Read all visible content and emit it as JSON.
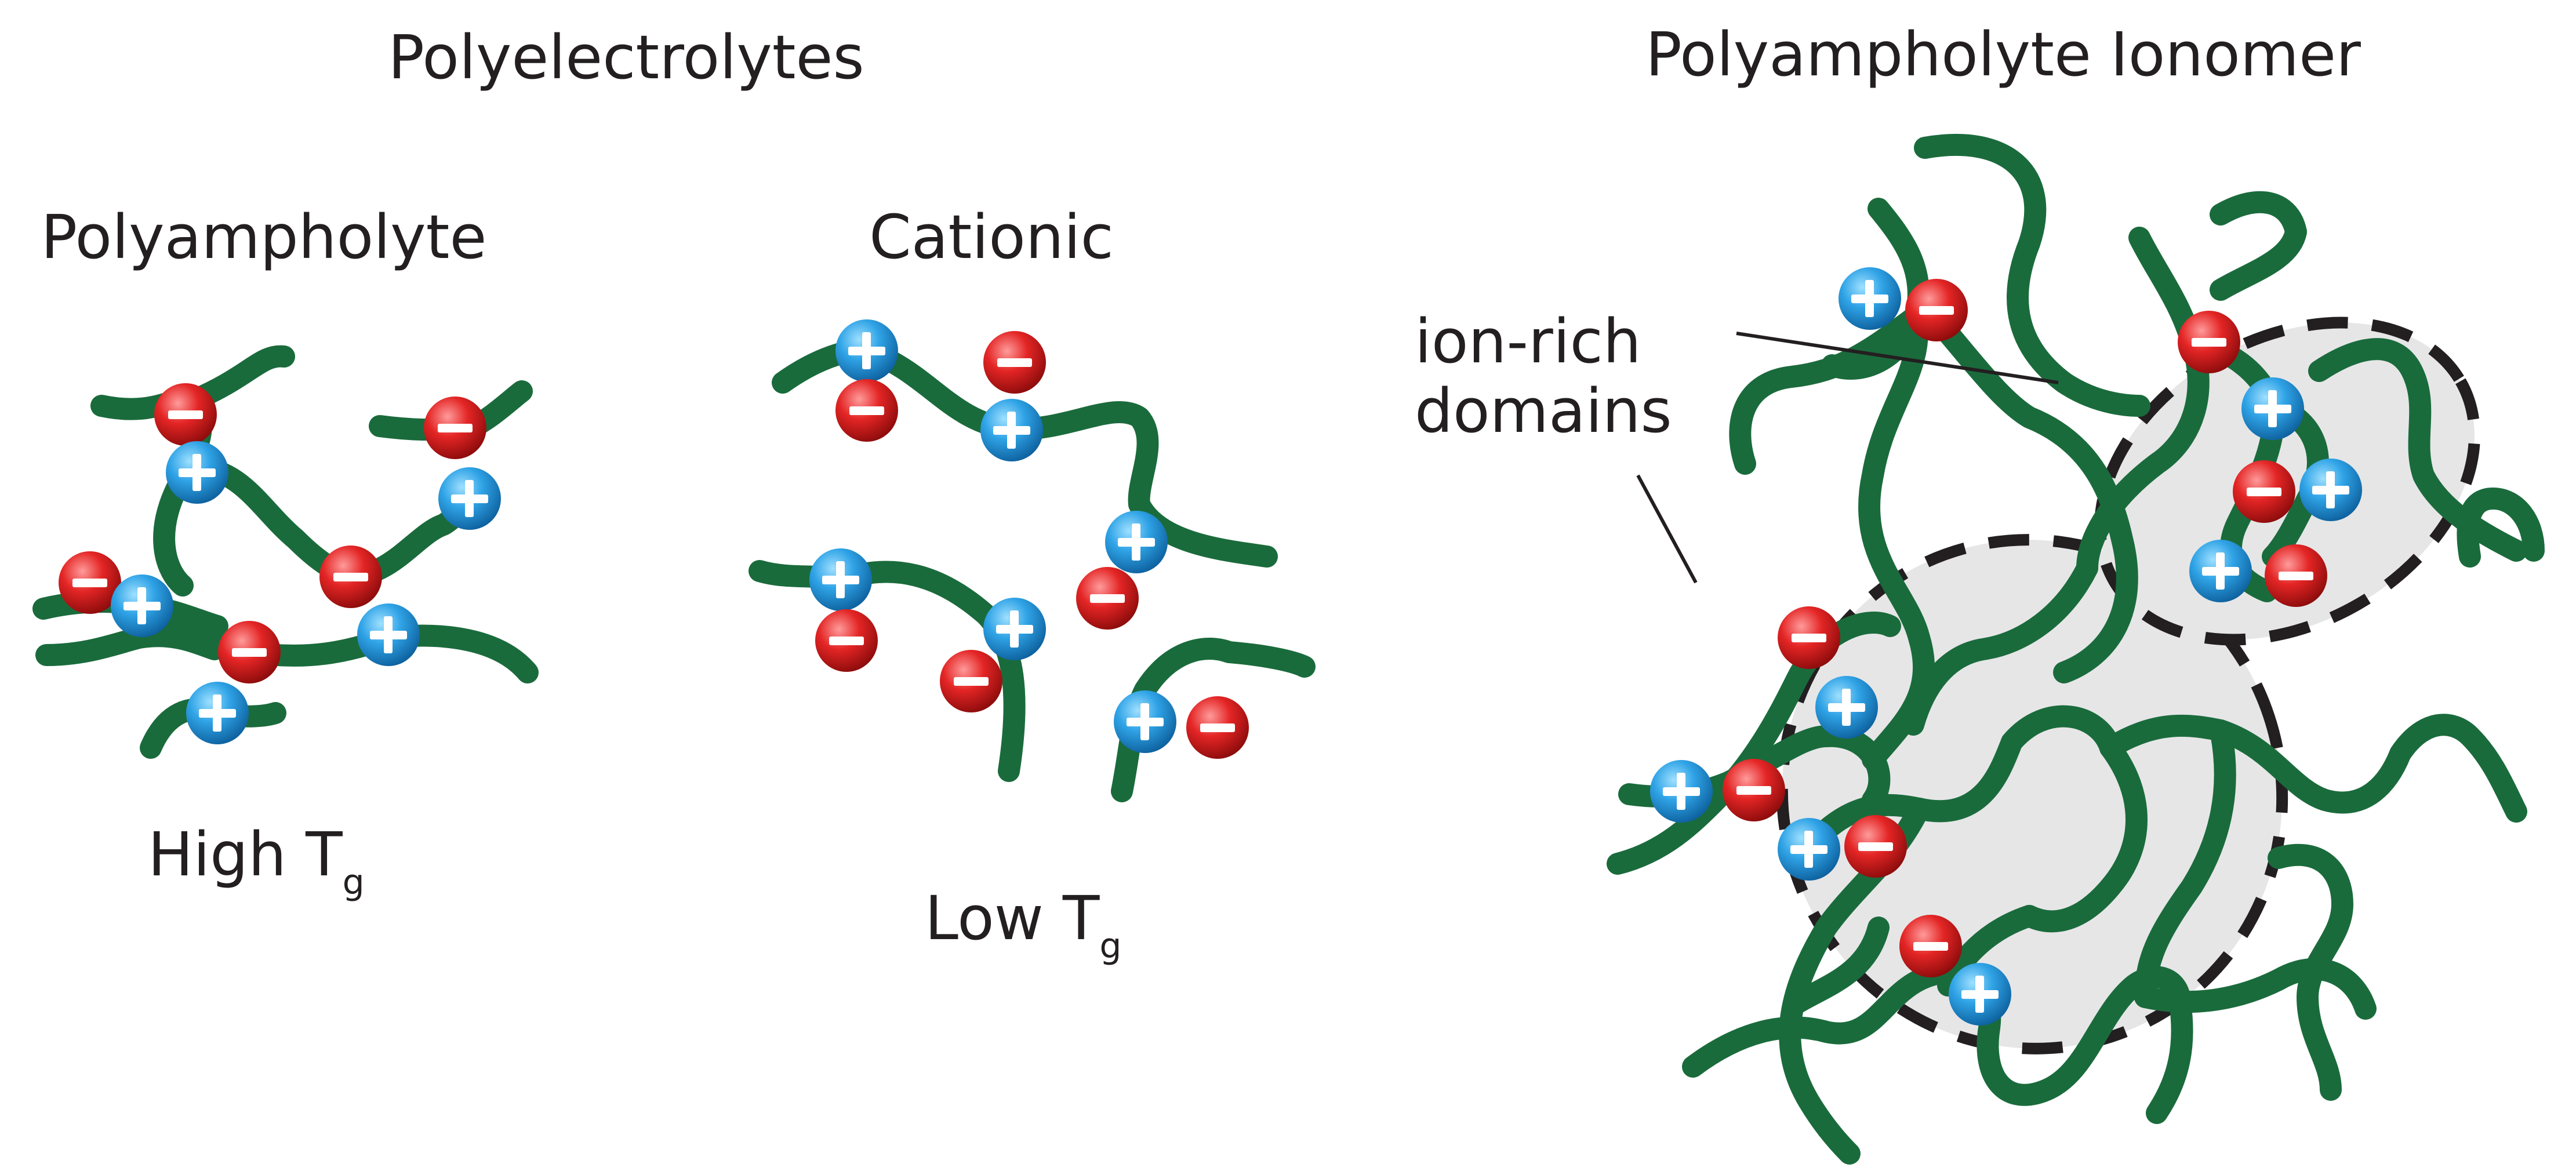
{
  "title_polyelectrolytes": "Polyelectrolytes",
  "title_ionomer": "Polyampholyte Ionomer",
  "panel_polyampholyte": {
    "label": "Polyampholyte",
    "tg_prefix": "High T",
    "tg_sub": "g"
  },
  "panel_cationic": {
    "label": "Cationic",
    "tg_prefix": "Low T",
    "tg_sub": "g"
  },
  "panel_ionomer": {
    "annotation_line1": "ion-rich",
    "annotation_line2": "domains"
  },
  "ion_legend": {
    "cation_symbol": "+",
    "anion_symbol": "−"
  },
  "colors": {
    "chain": "#1a6b3c",
    "cation": "#1e8ecf",
    "anion": "#d81e1e",
    "domain_fill": "#e6e6e7",
    "domain_outline": "#231f20",
    "text": "#231f20"
  }
}
